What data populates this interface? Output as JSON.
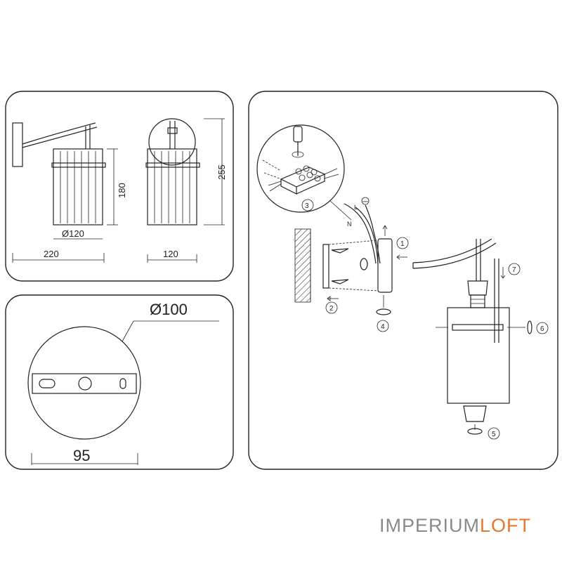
{
  "dimensions": {
    "front_width": "220",
    "shade_diameter": "Ø120",
    "shade_height": "180",
    "side_width": "120",
    "total_height": "255",
    "canopy_diameter": "Ø100",
    "bracket_length": "95"
  },
  "wires": {
    "live": "L",
    "neutral": "N"
  },
  "steps": [
    "1",
    "2",
    "3",
    "4",
    "5",
    "6",
    "7"
  ],
  "brand": {
    "part1": "IMPERIUM",
    "part2": "LOFT",
    "color_part1": "#8a8a8a",
    "color_part2": "#e8772e"
  }
}
